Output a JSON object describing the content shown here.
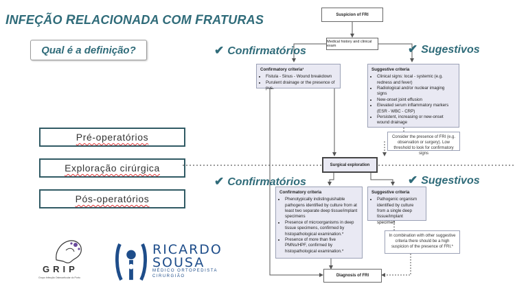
{
  "title": {
    "initial1": "I",
    "rest1": "NFEÇÃO",
    "initial2": "R",
    "rest2": "ELACIONADA",
    "word3": "COM",
    "initial4": "F",
    "rest4": "RATURAS"
  },
  "definition_question": "Qual é a definição?",
  "phases": [
    "Pré-operatórios",
    "Exploração cirúrgica",
    "Pós-operatórios"
  ],
  "headings": {
    "confirm": "Confirmatórios",
    "suggest": "Sugestivos",
    "check": "✔"
  },
  "flow": {
    "suspicion": "Suspicion of FRI",
    "history": "Medical history and clinical exam",
    "confirm1": {
      "title": "Confirmatory criteria¹",
      "items": [
        "Fistula - Sinus - Wound breakdown",
        "Purulent drainage or the presence of pus"
      ]
    },
    "suggest1": {
      "title": "Suggestive criteria",
      "items": [
        "Clinical signs: local - systemic (e.g. redness and fever)",
        "Radiological and/or nuclear imaging signs",
        "New-onset joint effusion",
        "Elevated serum inflammatory markers (ESR - WBC - CRP)",
        "Persistent, increasing or new-onset wound drainage"
      ]
    },
    "consider": "Consider the presence of FRI (e.g. observation or surgery). Low threshold to look for confirmatory signs",
    "surgical": "Surgical exploration",
    "confirm2": {
      "title": "Confirmatory criteria",
      "items": [
        "Phenotypically indistinguishable pathogens identified by culture from at least two separate deep tissue/implant specimens",
        "Presence of microorganisms in deep tissue specimens, confirmed by histopathological examination.*",
        "Presence of more than five PMNs/HPF, confirmed by histopathological examination.*"
      ]
    },
    "suggest2": {
      "title": "Suggestive criteria",
      "items": [
        "Pathogenic organism identified by culture from a single deep tissue/implant specimen"
      ]
    },
    "combination": "In combination with other suggestive criteria there should be a high suspicion of the presence of FRI.*",
    "diagnosis": "Diagnosis of FRI"
  },
  "logos": {
    "grip": "GRIP",
    "grip_sub": "Grupo Infecção Osteoarticular do Porto",
    "ricardo": "RICARDO",
    "sousa": "SOUSA",
    "sub1": "MÉDICO ORTOPEDISTA",
    "sub2": "CIRURGIÃO"
  },
  "colors": {
    "accent": "#2f6b79",
    "box_fill": "#e9e9f3",
    "logo_blue": "#1e4d8a"
  }
}
